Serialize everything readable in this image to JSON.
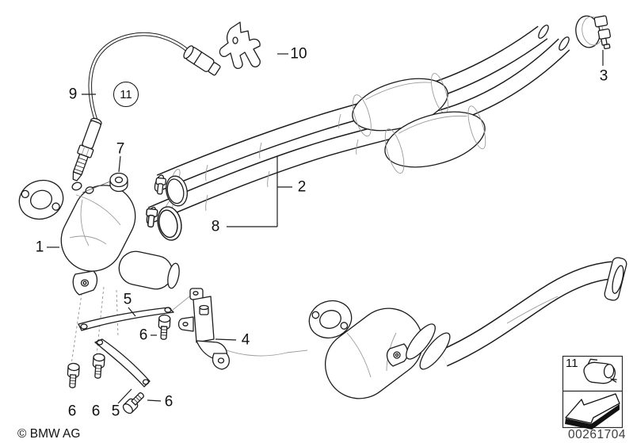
{
  "meta": {
    "copyright": "© BMW AG",
    "drawing_number": "00261704"
  },
  "callouts": [
    {
      "label": "9"
    },
    {
      "label": "11"
    },
    {
      "label": "10"
    },
    {
      "label": "3"
    },
    {
      "label": "7"
    },
    {
      "label": "1"
    },
    {
      "label": "2"
    },
    {
      "label": "8"
    },
    {
      "label": "5"
    },
    {
      "label": "6"
    },
    {
      "label": "4"
    },
    {
      "label": "6"
    },
    {
      "label": "6"
    },
    {
      "label": "5"
    },
    {
      "label": "6"
    }
  ],
  "legend": {
    "item_label": "11",
    "clip_icon": "retaining-clip-icon",
    "arrow_icon": "direction-of-travel-arrow-icon"
  }
}
